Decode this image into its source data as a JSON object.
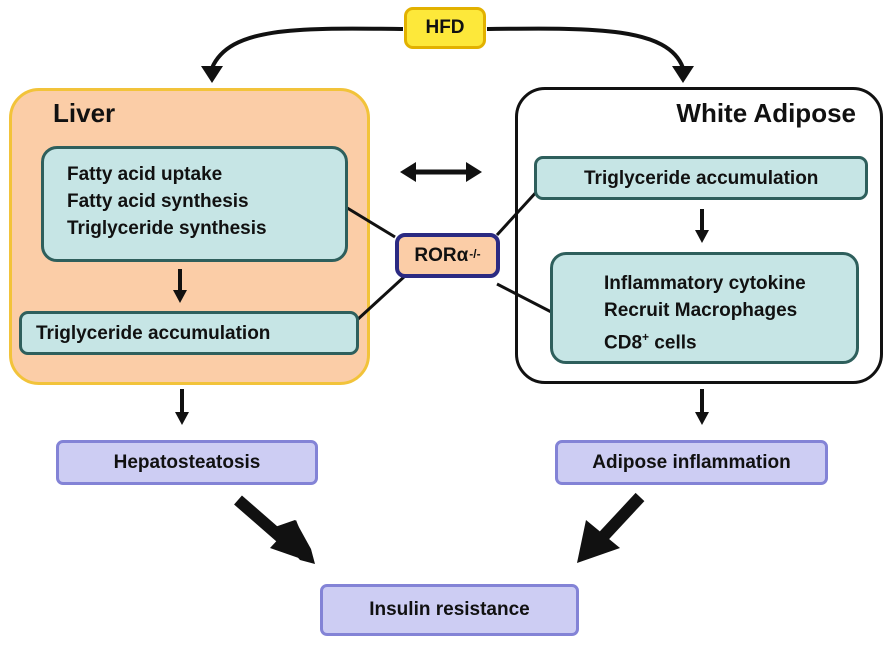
{
  "hfd": {
    "label": "HFD"
  },
  "liver": {
    "title": "Liver",
    "processes": [
      "Fatty acid uptake",
      "Fatty acid synthesis",
      "Triglyceride synthesis"
    ],
    "accumulation": "Triglyceride accumulation"
  },
  "adipose": {
    "title": "White Adipose",
    "accumulation": "Triglyceride accumulation",
    "processes": [
      "Inflammatory cytokine",
      "Recruit Macrophages"
    ],
    "cd8": {
      "base": "CD8",
      "sup": "+",
      "rest": " cells"
    }
  },
  "ror": {
    "base": "RORα",
    "sup": "-/-"
  },
  "outcomes": {
    "liver": "Hepatosteatosis",
    "adipose": "Adipose inflammation",
    "final": "Insulin resistance"
  },
  "colors": {
    "hfd_fill": "#fde83a",
    "hfd_border": "#e2b100",
    "liver_fill": "#fbcda7",
    "liver_border": "#f2c33a",
    "box_fill": "#c6e5e5",
    "box_border": "#2e5f5c",
    "ror_border": "#2b2a82",
    "outcome_fill": "#cdcdf3",
    "outcome_border": "#8383d6"
  }
}
